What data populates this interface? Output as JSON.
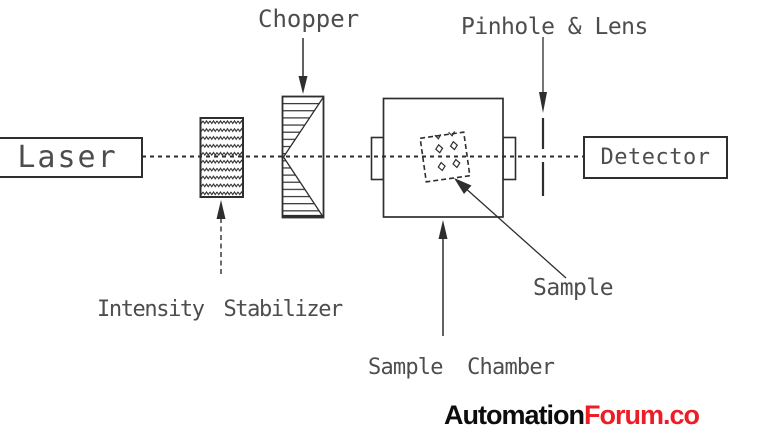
{
  "components": {
    "laser": {
      "label": "Laser"
    },
    "intensity_stabilizer": {
      "label": "Intensity Stabilizer"
    },
    "chopper": {
      "label": "Chopper"
    },
    "sample_chamber": {
      "label": "Sample Chamber"
    },
    "sample": {
      "label": "Sample"
    },
    "pinhole_lens": {
      "label": "Pinhole & Lens"
    },
    "detector": {
      "label": "Detector"
    }
  },
  "branding": {
    "text_primary": "Automation",
    "text_accent": "Forum.co"
  },
  "colors": {
    "line": "#2e2e2e",
    "label_text": "#4d4d4d",
    "brand_primary": "#0d0d0d",
    "brand_accent": "#ee1c25",
    "background": "#ffffff"
  }
}
